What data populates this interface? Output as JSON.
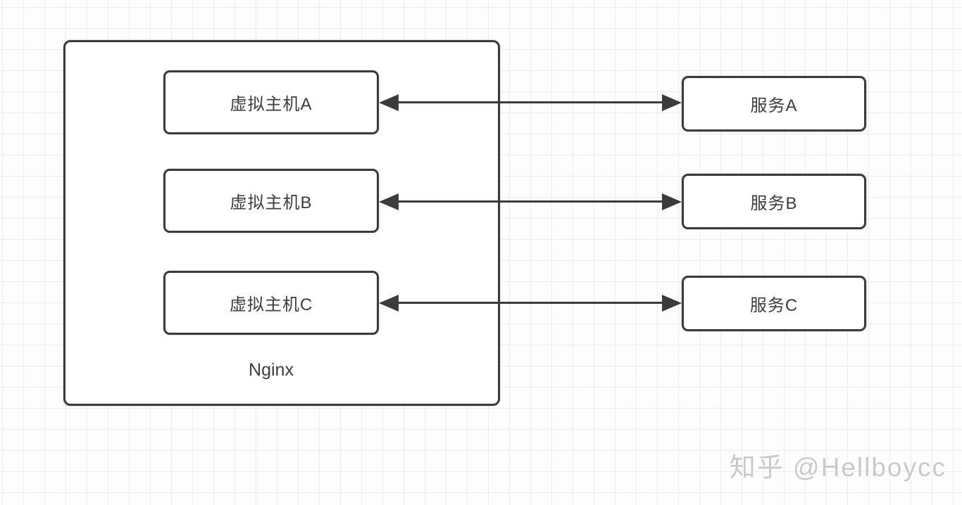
{
  "nginx_box": {
    "label": "Nginx"
  },
  "virtual_hosts": [
    {
      "label": "虚拟主机A"
    },
    {
      "label": "虚拟主机B"
    },
    {
      "label": "虚拟主机C"
    }
  ],
  "services": [
    {
      "label": "服务A"
    },
    {
      "label": "服务B"
    },
    {
      "label": "服务C"
    }
  ],
  "connections": [
    {
      "from": "虚拟主机A",
      "to": "服务A",
      "direction": "bidirectional"
    },
    {
      "from": "虚拟主机B",
      "to": "服务B",
      "direction": "bidirectional"
    },
    {
      "from": "虚拟主机C",
      "to": "服务C",
      "direction": "bidirectional"
    }
  ],
  "watermark": {
    "text": "知乎 @Hellboycc"
  },
  "colors": {
    "stroke": "#3b3b3b",
    "text": "#3d3d3d",
    "grid_line": "#ececec",
    "background": "#fdfdfd",
    "box_fill": "#ffffff",
    "watermark_text": "#c9c9c9"
  }
}
